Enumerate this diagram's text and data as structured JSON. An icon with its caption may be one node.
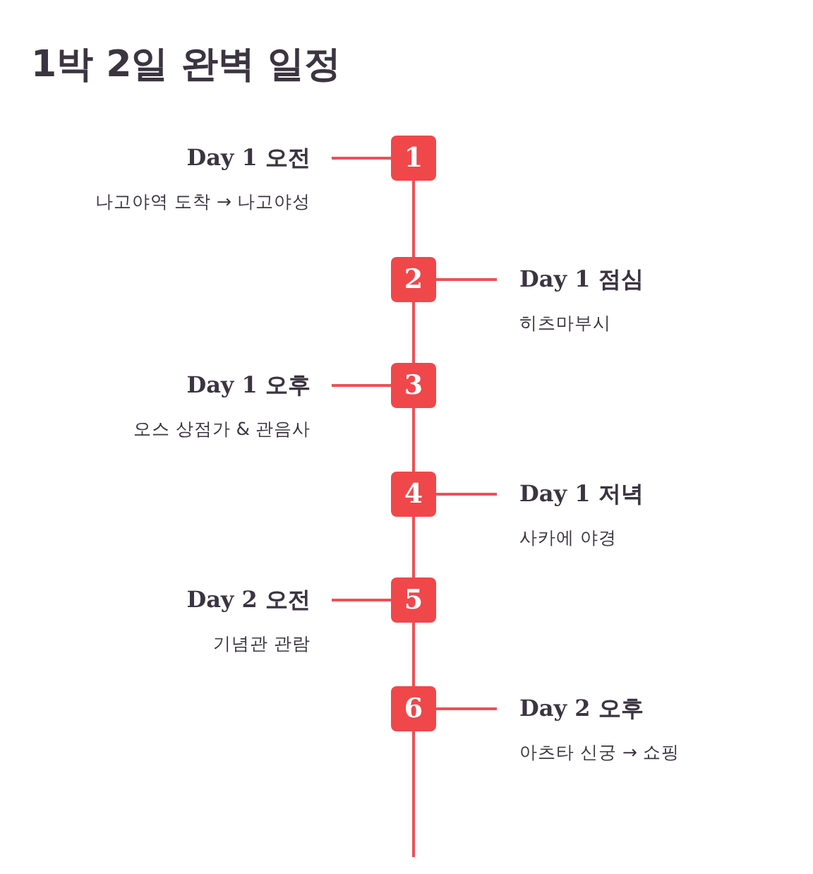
{
  "diagram": {
    "title": "1박 2일 완벽 일정",
    "nodes": [
      {
        "text": [
          "Day 1 오전",
          "나고야역 도착 → 나고야성"
        ]
      },
      {
        "text": [
          "1"
        ]
      },
      {
        "text": [
          "2"
        ]
      },
      {
        "text": [
          "Day 1 점심",
          "히츠마부시"
        ]
      },
      {
        "text": [
          "Day 1 오후",
          "오스 상점가 & 관음사"
        ]
      },
      {
        "text": [
          "3"
        ]
      },
      {
        "text": [
          "4"
        ]
      },
      {
        "text": [
          "Day 1 저녁",
          "사카에 야경"
        ]
      },
      {
        "text": [
          "Day 2 오전",
          "기념관 관람"
        ]
      },
      {
        "text": [
          "5"
        ]
      },
      {
        "text": [
          "6"
        ]
      },
      {
        "text": [
          "Day 2 오후",
          "아츠타 신궁 → 쇼핑"
        ]
      }
    ],
    "edges": [
      {
        "from": 1,
        "to": 0,
        "arrow": "none"
      },
      {
        "from": 2,
        "to": 3,
        "arrow": "none"
      },
      {
        "from": 5,
        "to": 4,
        "arrow": "none"
      },
      {
        "from": 6,
        "to": 7,
        "arrow": "none"
      },
      {
        "from": 9,
        "to": 8,
        "arrow": "none"
      },
      {
        "from": 10,
        "to": 11,
        "arrow": "none"
      },
      {
        "from": 1,
        "to": 2,
        "arrow": "none"
      },
      {
        "from": 2,
        "to": 5,
        "arrow": "none"
      },
      {
        "from": 5,
        "to": 6,
        "arrow": "none"
      },
      {
        "from": 6,
        "to": 9,
        "arrow": "none"
      },
      {
        "from": 9,
        "to": 10,
        "arrow": "none"
      },
      {
        "from": 10,
        "to": null,
        "arrow": "none"
      }
    ]
  }
}
